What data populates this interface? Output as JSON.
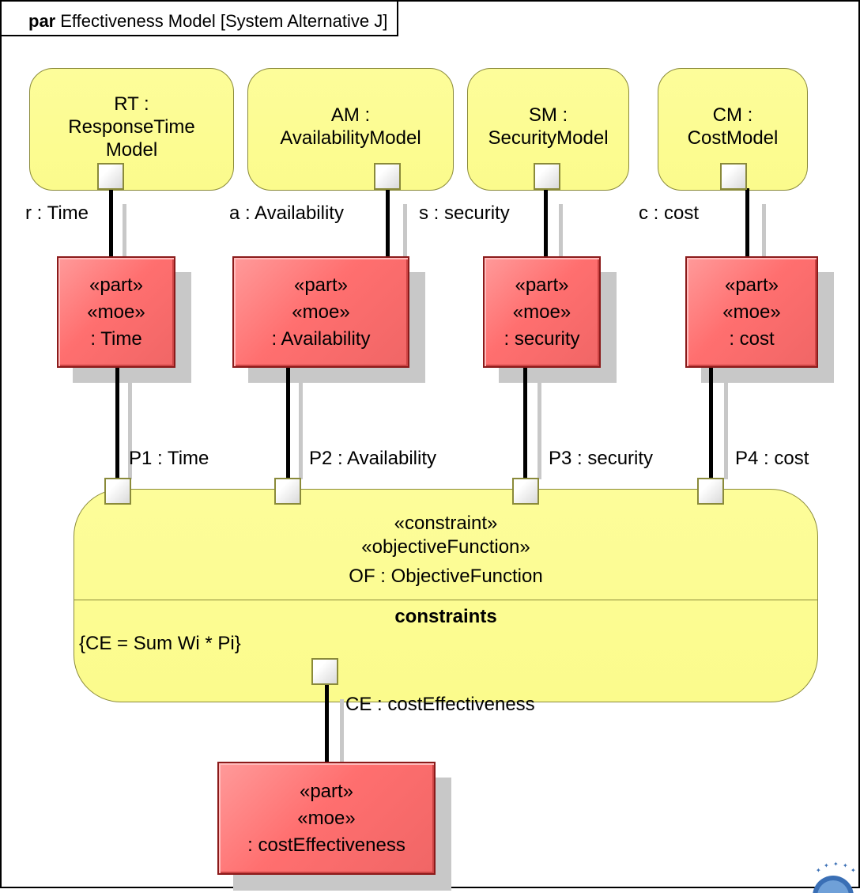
{
  "frame": {
    "keyword": "par",
    "title": "Effectiveness Model [System Alternative J]"
  },
  "models": [
    {
      "id": "rt",
      "line1": "RT :",
      "line2": "ResponseTime",
      "line3": "Model"
    },
    {
      "id": "am",
      "line1": "AM :",
      "line2": "AvailabilityModel",
      "line3": ""
    },
    {
      "id": "sm",
      "line1": "SM :",
      "line2": "SecurityModel",
      "line3": ""
    },
    {
      "id": "cm",
      "line1": "CM :",
      "line2": "CostModel",
      "line3": ""
    }
  ],
  "connector_labels_top": [
    "r : Time",
    "a : Availability",
    "s : security",
    "c : cost"
  ],
  "parts": [
    {
      "stereo1": "«part»",
      "stereo2": "«moe»",
      "name": ": Time"
    },
    {
      "stereo1": "«part»",
      "stereo2": "«moe»",
      "name": ": Availability"
    },
    {
      "stereo1": "«part»",
      "stereo2": "«moe»",
      "name": ": security"
    },
    {
      "stereo1": "«part»",
      "stereo2": "«moe»",
      "name": ": cost"
    }
  ],
  "param_labels": [
    "P1 : Time",
    "P2 : Availability",
    "P3 : security",
    "P4 : cost"
  ],
  "constraint": {
    "stereo1": "«constraint»",
    "stereo2": "«objectiveFunction»",
    "name": "OF : ObjectiveFunction",
    "compartment_title": "constraints",
    "expression": "{CE = Sum Wi * Pi}"
  },
  "output_label": "CE : costEffectiveness",
  "output_part": {
    "stereo1": "«part»",
    "stereo2": "«moe»",
    "name": ": costEffectiveness"
  },
  "colors": {
    "model_fill": "#fbfb8c",
    "part_fill": "#ff6f6f",
    "part_border": "#8b1a1a",
    "shadow": "#c8c8c8"
  }
}
